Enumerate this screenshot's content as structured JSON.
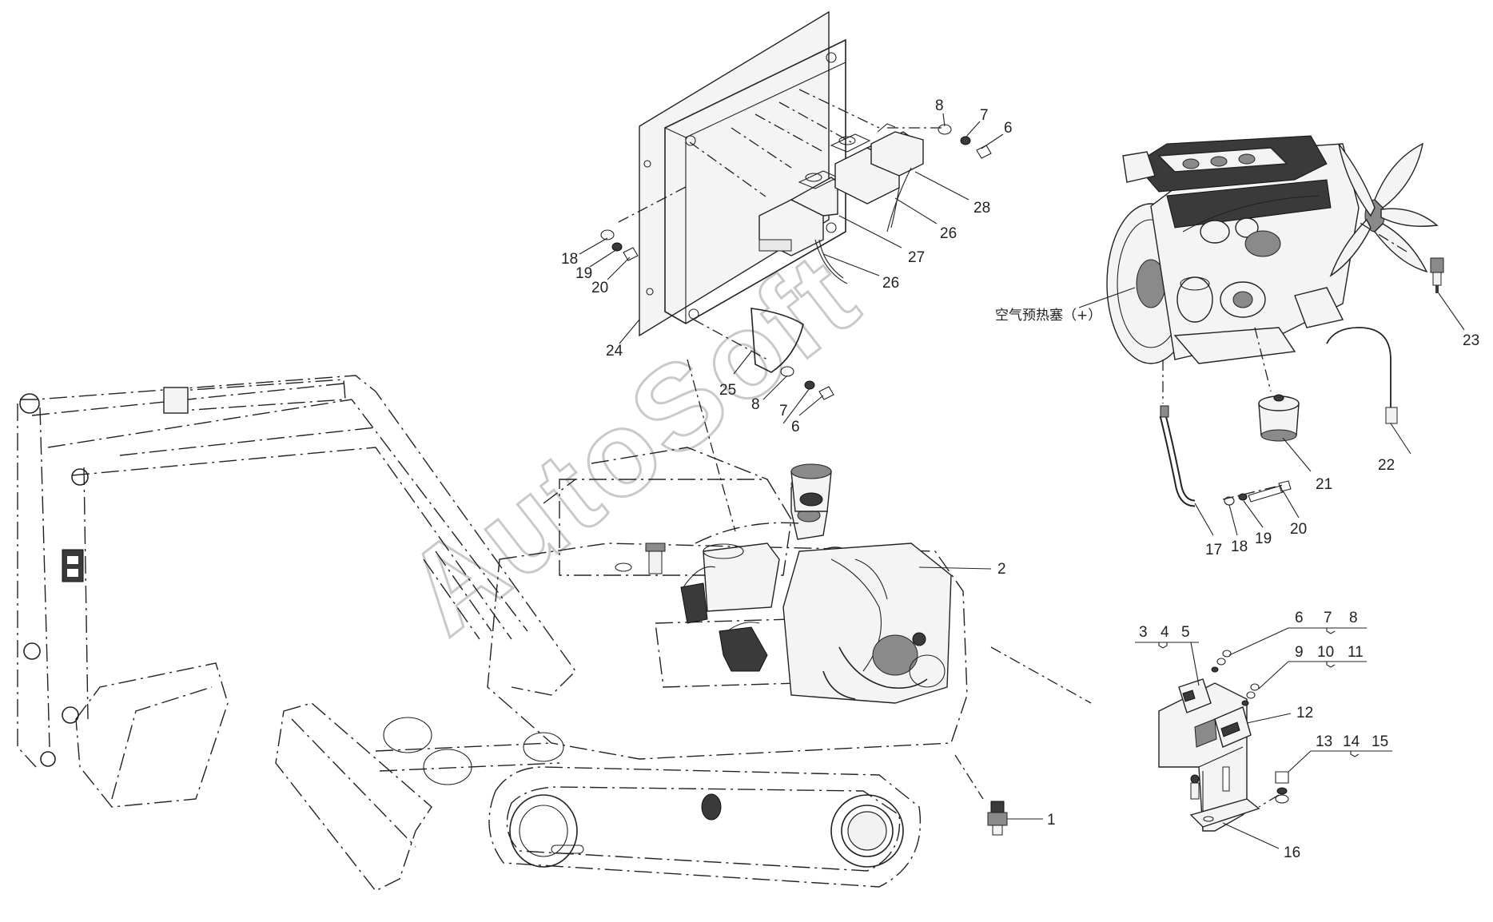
{
  "watermark": "AutoSoft",
  "callouts": {
    "c1": "1",
    "c2": "2",
    "c3": "3",
    "c4": "4",
    "c5": "5",
    "c6a": "6",
    "c7a": "7",
    "c8a": "8",
    "c6b": "6",
    "c7b": "7",
    "c8b": "8",
    "c6c": "6",
    "c7c": "7",
    "c8c": "8",
    "c9": "9",
    "c10": "10",
    "c11": "11",
    "c12": "12",
    "c13": "13",
    "c14": "14",
    "c15": "15",
    "c16": "16",
    "c17": "17",
    "c18a": "18",
    "c19a": "19",
    "c20a": "20",
    "c18b": "18",
    "c19b": "19",
    "c20b": "20",
    "c21": "21",
    "c22": "22",
    "c23": "23",
    "c24": "24",
    "c25": "25",
    "c26a": "26",
    "c26b": "26",
    "c27": "27",
    "c28": "28"
  },
  "annotation": {
    "air_preheater": "空气预热塞（+）"
  },
  "icons": {
    "machine": "mini-excavator-outline",
    "engine": "diesel-engine",
    "relay": "relay-module-icon",
    "sensor": "pressure-sensor-icon"
  }
}
